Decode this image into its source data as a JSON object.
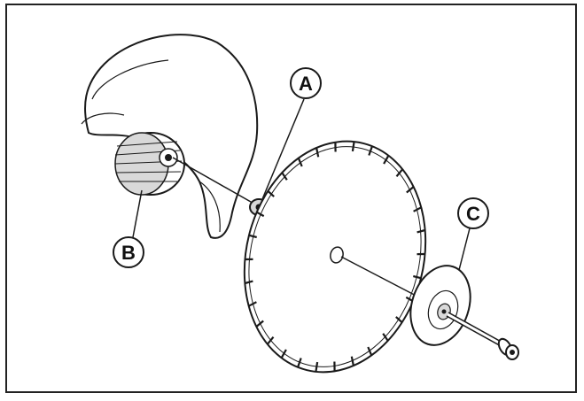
{
  "diagram": {
    "callouts": [
      {
        "id": "A",
        "label": "A"
      },
      {
        "id": "B",
        "label": "B"
      },
      {
        "id": "C",
        "label": "C"
      }
    ],
    "colors": {
      "line": "#1a1a1a",
      "fill": "#ffffff",
      "shade": "#d9d9d9"
    },
    "blade_segment_count": 30
  }
}
